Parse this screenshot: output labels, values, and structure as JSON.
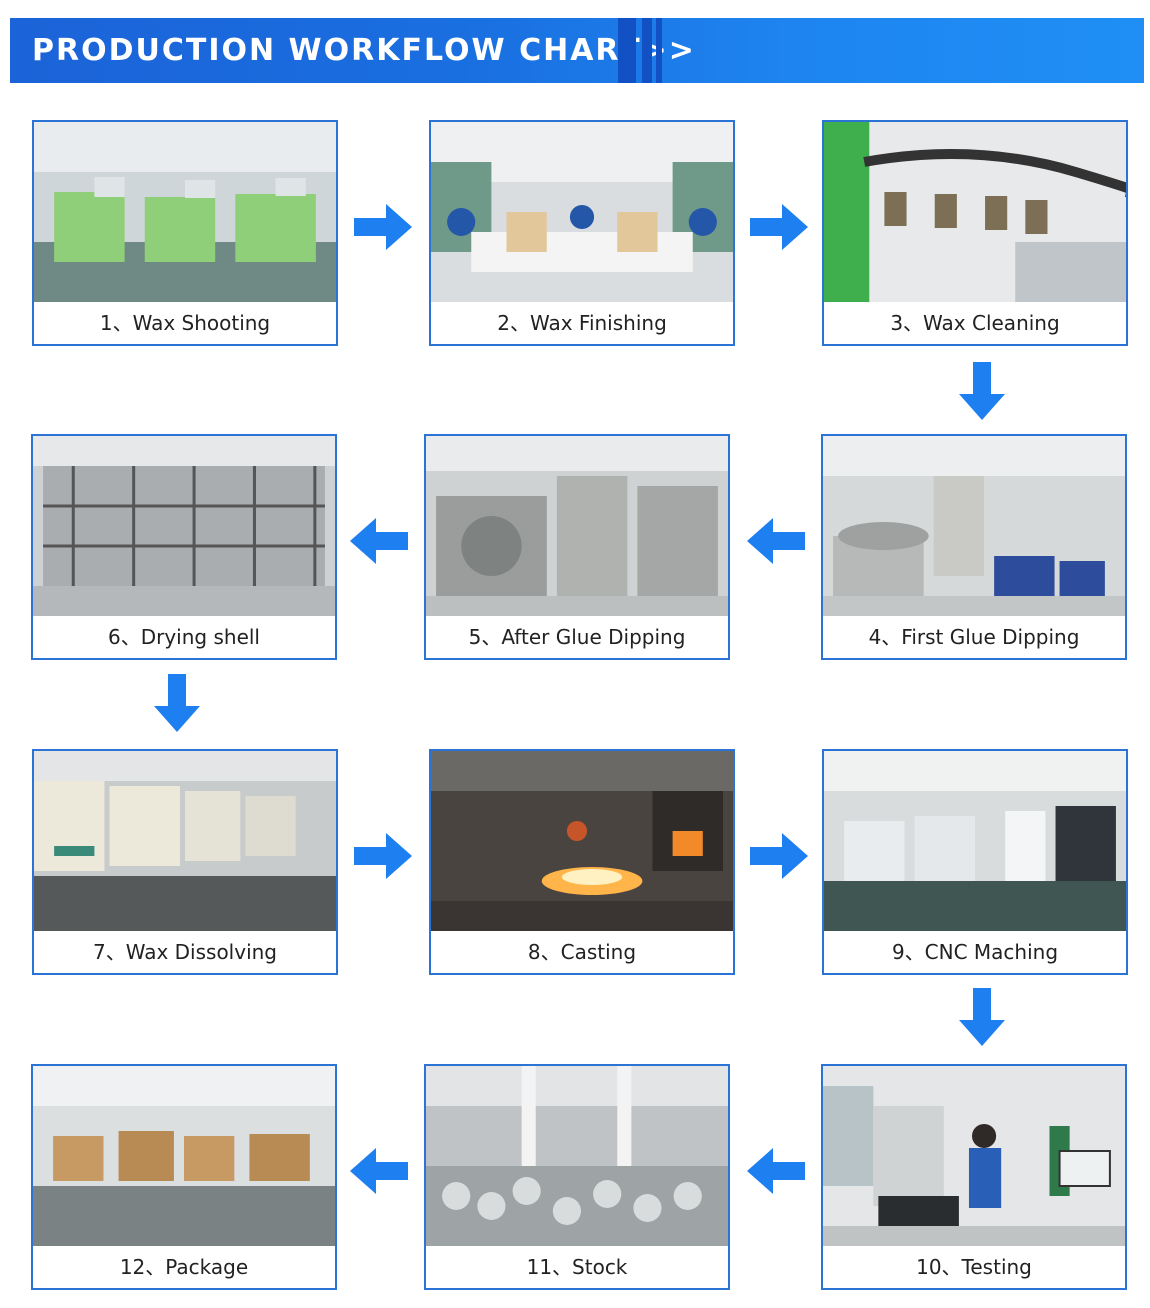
{
  "header": {
    "title": "PRODUCTION WORKFLOW CHART>>"
  },
  "colors": {
    "accent": "#1b6fe3",
    "border": "#2b74d6",
    "arrow": "#1e7ff0"
  },
  "steps": [
    {
      "caption": "1、Wax Shooting"
    },
    {
      "caption": "2、Wax Finishing"
    },
    {
      "caption": "3、Wax Cleaning"
    },
    {
      "caption": "4、First Glue Dipping"
    },
    {
      "caption": "5、After Glue Dipping"
    },
    {
      "caption": "6、Drying shell"
    },
    {
      "caption": "7、Wax Dissolving"
    },
    {
      "caption": "8、Casting"
    },
    {
      "caption": "9、CNC Maching"
    },
    {
      "caption": "10、Testing"
    },
    {
      "caption": "11、Stock"
    },
    {
      "caption": "12、Package"
    }
  ]
}
